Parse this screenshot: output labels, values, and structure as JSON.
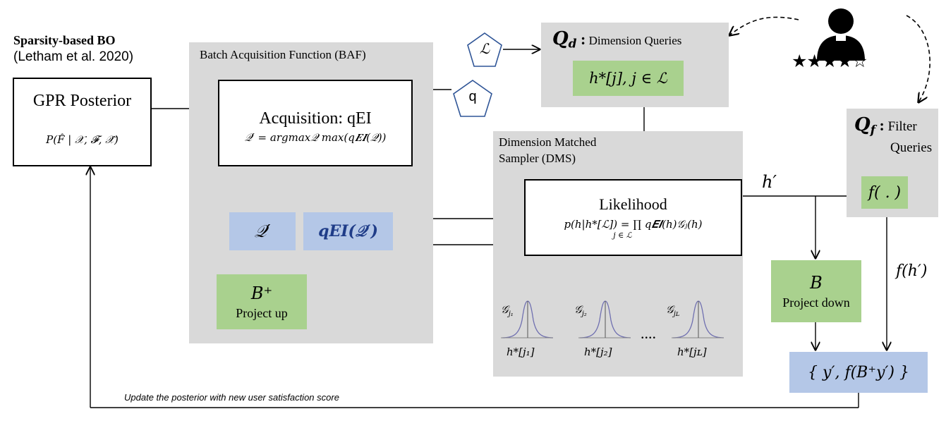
{
  "header": {
    "title": "Sparsity-based BO",
    "citation": "(Letham et al. 2020)"
  },
  "gpr": {
    "title": "GPR Posterior",
    "formula": "P(F̂ | 𝒳, 𝓕, 𝒳̂)"
  },
  "baf": {
    "label": "Batch Acquisition Function (BAF)",
    "acq_title": "Acquisition: qEI",
    "acq_formula": "𝒬′ = argmax𝒬 max(q𝑬𝑰(𝒬))",
    "q_prime": "𝒬′",
    "qei": "q𝑬𝑰(𝒬′)",
    "bdagger": "B⁺",
    "project_up": "Project up",
    "q_pentagon": "q"
  },
  "qd": {
    "symbol": "Q",
    "subscript": "d",
    "colon": " :",
    "label": "Dimension Queries",
    "formula": "h*[j], j ∈ ℒ",
    "l_pentagon": "ℒ"
  },
  "dms": {
    "label_line1": "Dimension Matched",
    "label_line2": "Sampler (DMS)",
    "likelihood_title": "Likelihood",
    "likelihood_formula": "p(h|h*[ℒ]) = ∏ q𝑬𝑰(h)𝒢ⱼ(h)",
    "likelihood_sub": "j ∈ ℒ",
    "gaussians": [
      {
        "g": "𝒢",
        "gsub": "j₁",
        "h": "h*[j₁]"
      },
      {
        "g": "𝒢",
        "gsub": "j₂",
        "h": "h*[j₂]"
      },
      {
        "g": "𝒢",
        "gsub": "jʟ",
        "h": "h*[jʟ]"
      }
    ],
    "ellipsis": "...."
  },
  "qf": {
    "symbol": "Q",
    "subscript": "f",
    "colon": " :",
    "label_line1": "Filter",
    "label_line2": "Queries",
    "f_box": "f( . )"
  },
  "right": {
    "h_prime": "h′",
    "f_h_prime": "f(h′)",
    "b_letter": "B",
    "project_down": "Project down",
    "result": "{ y′, f(B⁺y′) }"
  },
  "footer": {
    "update_text": "Update the posterior with new user satisfaction score"
  },
  "user": {
    "stars": "★★★★☆"
  }
}
